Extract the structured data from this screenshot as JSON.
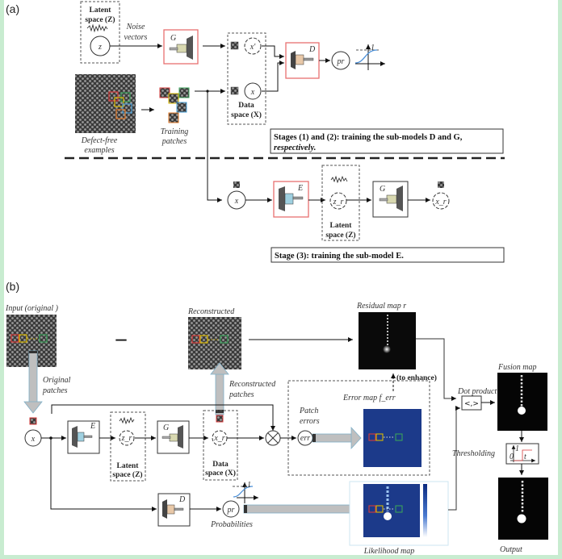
{
  "colors": {
    "frame": "#c8ecd0",
    "highlight_box": "#e87070",
    "arrow_fill": "#bfbfbf",
    "heatmap_blue": "#1c3a8a",
    "patch_red": "#d63a3a",
    "patch_yellow": "#d9b800",
    "patch_green": "#3aa05a",
    "patch_blue": "#4aa0d8",
    "patch_orange": "#e07a2a",
    "curve": "#4a8fd8"
  },
  "panel_a": {
    "label": "(a)",
    "latent_space": {
      "line1": "Latent",
      "line2": "space (Z)"
    },
    "z_node": "z",
    "noise_vectors": {
      "line1": "Noise",
      "line2": "vectors"
    },
    "generator": "G",
    "fake_sample": "x'",
    "real_sample": "x",
    "data_space": {
      "line1": "Data",
      "line2": "space (X)"
    },
    "discriminator": "D",
    "prob_node": "pr",
    "sigmoid_label": "1",
    "defect_free": {
      "line1": "Defect-free",
      "line2": "examples"
    },
    "training_patches": {
      "line1": "Training",
      "line2": "patches"
    },
    "stage12": {
      "line1": "Stages (1) and (2): training the sub-models D and G,",
      "line2": "respectively."
    },
    "stage3_row": {
      "input": "x",
      "encoder": "E",
      "latent_node": "z_r",
      "latent_space": {
        "line1": "Latent",
        "line2": "space (Z)"
      },
      "generator": "G",
      "output": "x_r"
    },
    "stage3": "Stage (3): training the sub-model E."
  },
  "panel_b": {
    "label": "(b)",
    "input_original": "Input (original )",
    "original_patches": {
      "line1": "Original",
      "line2": "patches"
    },
    "minus": "–",
    "reconstructed": "Reconstructed",
    "reconstructed_patches": {
      "line1": "Reconstructed",
      "line2": "patches"
    },
    "residual_map": "Residual map r",
    "to_enhance": "(to enhance)",
    "error_map": "Error map f_err",
    "patch_errors": {
      "line1": "Patch",
      "line2": "errors"
    },
    "err_node": "err",
    "x_node": "x",
    "encoder": "E",
    "latent_node": "z_r",
    "latent_space": {
      "line1": "Latent",
      "line2": "space (Z)"
    },
    "generator": "G",
    "xr_node": "x_r",
    "data_space": {
      "line1": "Data",
      "line2": "space (X)"
    },
    "discriminator": "D",
    "prob_node": "pr",
    "probabilities": "Probabilities",
    "likelihood_map": "Likelihood map",
    "dot_product": "Dot product",
    "dot_symbol": "<,>",
    "fusion_map": "Fusion map",
    "thresholding": "Thresholding",
    "output": "Output",
    "sigmoid_label": "1",
    "threshold_label": "t",
    "threshold_zero": "0"
  }
}
